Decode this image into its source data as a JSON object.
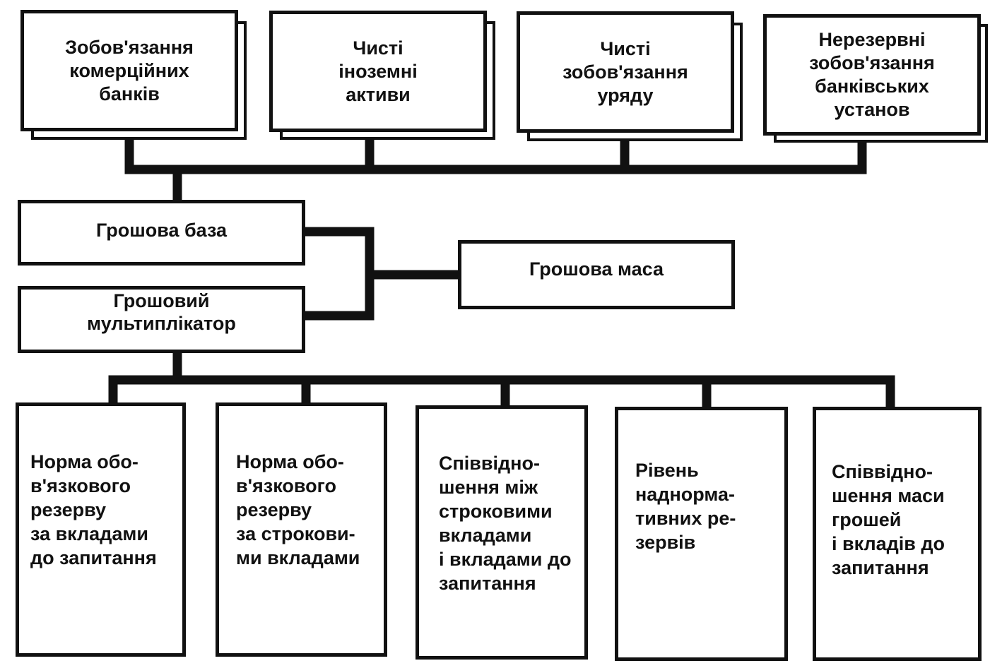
{
  "diagram": {
    "top_boxes": [
      {
        "label": "Зобов'язання\nкомерційних\nбанків"
      },
      {
        "label": "Чисті\nіноземні\nактиви"
      },
      {
        "label": "Чисті\nзобов'язання\nуряду"
      },
      {
        "label": "Нерезервні\nзобов'язання\nбанківських\nустанов"
      }
    ],
    "money_base": {
      "label": "Грошова база"
    },
    "money_multiplier": {
      "label": "Грошовий\nмультиплікатор"
    },
    "money_supply": {
      "label": "Грошова маса"
    },
    "bottom_boxes": [
      {
        "label": "Норма обо-\nв'язкового\nрезерву\nза   вкладами\nдо  запитання"
      },
      {
        "label": "Норма обо-\nв'язкового\nрезерву\nза   строкови-\nми  вкладами"
      },
      {
        "label": "Співвідно-\nшення між\nстроковими\nвкладами\nі вкладами до\nзапитання"
      },
      {
        "label": "Рівень\nнаднорма-\nтивних      ре-\nзервів"
      },
      {
        "label": "Співвідно-\nшення   маси\nгрошей\nі  вкладів  до\nзапитання"
      }
    ],
    "line_color": "#111111"
  }
}
